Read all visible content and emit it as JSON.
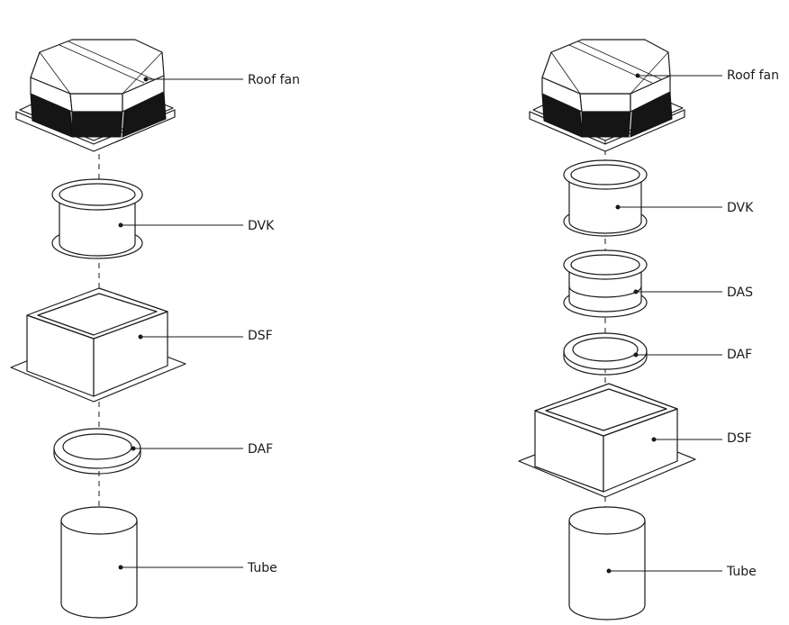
{
  "left_assembly": {
    "labels": {
      "roof_fan": "Roof fan",
      "dvk": "DVK",
      "dsf": "DSF",
      "daf": "DAF",
      "tube": "Tube"
    }
  },
  "right_assembly": {
    "labels": {
      "roof_fan": "Roof fan",
      "dvk": "DVK",
      "das": "DAS",
      "daf": "DAF",
      "dsf": "DSF",
      "tube": "Tube"
    }
  }
}
